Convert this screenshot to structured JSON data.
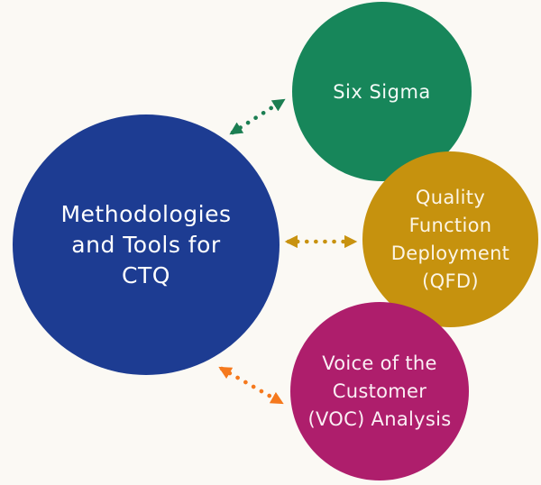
{
  "diagram": {
    "background_color": "#FBF9F4",
    "center_node": {
      "id": "ctq",
      "label_lines": [
        "Methodologies",
        "and Tools for",
        "CTQ"
      ],
      "label": "Methodologies and Tools for CTQ",
      "color": "#1D3C92",
      "text_color": "#FFFFFF"
    },
    "satellite_nodes": [
      {
        "id": "six-sigma",
        "label": "Six Sigma",
        "color": "#17865A",
        "text_color": "#F2FAF6"
      },
      {
        "id": "qfd",
        "label_lines": [
          "Quality",
          "Function",
          "Deployment",
          "(QFD)"
        ],
        "label": "Quality Function Deployment (QFD)",
        "color": "#C6920E",
        "text_color": "#FCF5E6"
      },
      {
        "id": "voc",
        "label_lines": [
          "Voice of the",
          "Customer",
          "(VOC) Analysis"
        ],
        "label": "Voice of the Customer (VOC) Analysis",
        "color": "#AE1E6C",
        "text_color": "#FBEFF5"
      }
    ],
    "connectors": [
      {
        "from": "ctq",
        "to": "six-sigma",
        "style": "dotted-double-arrow",
        "color": "#1B7E52"
      },
      {
        "from": "ctq",
        "to": "qfd",
        "style": "dotted-double-arrow",
        "color": "#C8920F"
      },
      {
        "from": "ctq",
        "to": "voc",
        "style": "dotted-double-arrow",
        "color": "#F5791D"
      }
    ]
  }
}
